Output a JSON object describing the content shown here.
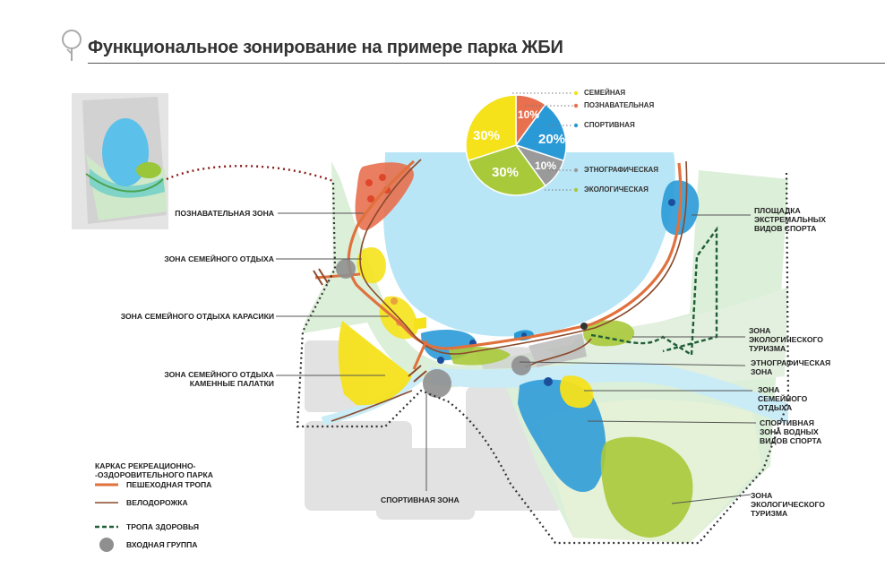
{
  "title": "Функциональное зонирование на примере парка ЖБИ",
  "icon": "tree-icon",
  "colors": {
    "lake": "#b7e6f6",
    "park_green": "#d8ecd5",
    "family_yellow": "#f5e21b",
    "educational_red": "#e8704f",
    "sport_blue": "#2a9ad7",
    "eco_green": "#a8c93a",
    "ethno_gray": "#9a9a9a",
    "walking_path": "#e0713d",
    "bike_path": "#8b4a2b",
    "health_trail": "#1f5e37"
  },
  "labels": {
    "educational": "ПОЗНАВАТЕЛЬНАЯ ЗОНА",
    "family": "ЗОНА СЕМЕЙНОГО ОТДЫХА",
    "family_karasiki": "ЗОНА СЕМЕЙНОГО ОТДЫХА КАРАСИКИ",
    "family_stone_1": "ЗОНА СЕМЕЙНОГО ОТДЫХА",
    "family_stone_2": "КАМЕННЫЕ ПАЛАТКИ",
    "sport": "СПОРТИВНАЯ ЗОНА",
    "extreme_1": "ПЛОЩАДКА",
    "extreme_2": "ЭКСТРЕМАЛЬНЫХ",
    "extreme_3": "ВИДОВ СПОРТА",
    "eco1_1": "ЗОНА",
    "eco1_2": "ЭКОЛОГИЧЕСКОГО",
    "eco1_3": "ТУРИЗМА",
    "ethno_1": "ЭТНОГРАФИЧЕСКАЯ",
    "ethno_2": "ЗОНА",
    "family2_1": "ЗОНА",
    "family2_2": "СЕМЕЙНОГО",
    "family2_3": "ОТДЫХА",
    "water_1": "СПОРТИВНАЯ",
    "water_2": "ЗОНА ВОДНЫХ",
    "water_3": "ВИДОВ СПОРТА",
    "eco2_1": "ЗОНА",
    "eco2_2": "ЭКОЛОГИЧЕСКОГО",
    "eco2_3": "ТУРИЗМА"
  },
  "pie": {
    "slices": [
      {
        "name": "Семейная",
        "value": 30,
        "label": "30%",
        "color": "#f5e21b"
      },
      {
        "name": "Познавательная",
        "value": 10,
        "label": "10%",
        "color": "#e8704f"
      },
      {
        "name": "Спортивная",
        "value": 20,
        "label": "20%",
        "color": "#2a9ad7"
      },
      {
        "name": "Этнографическая",
        "value": 10,
        "label": "10%",
        "color": "#9a9a9a"
      },
      {
        "name": "Экологическая",
        "value": 30,
        "label": "30%",
        "color": "#a8c93a"
      }
    ],
    "legend": [
      "СЕМЕЙНАЯ",
      "ПОЗНАВАТЕЛЬНАЯ",
      "СПОРТИВНАЯ",
      "ЭТНОГРАФИЧЕСКАЯ",
      "ЭКОЛОГИЧЕСКАЯ"
    ]
  },
  "legend": {
    "title_1": "КАРКАС РЕКРЕАЦИОННО-",
    "title_2": "-ОЗДОРОВИТЕЛЬНОГО ПАРКА",
    "items": [
      {
        "label": "ПЕШЕХОДНАЯ ТРОПА",
        "symbol": "walking-path"
      },
      {
        "label": "ВЕЛОДОРОЖКА",
        "symbol": "bike-path"
      },
      {
        "label": "ТРОПА ЗДОРОВЬЯ",
        "symbol": "health-trail"
      },
      {
        "label": "ВХОДНАЯ ГРУППА",
        "symbol": "entry-group"
      }
    ]
  }
}
